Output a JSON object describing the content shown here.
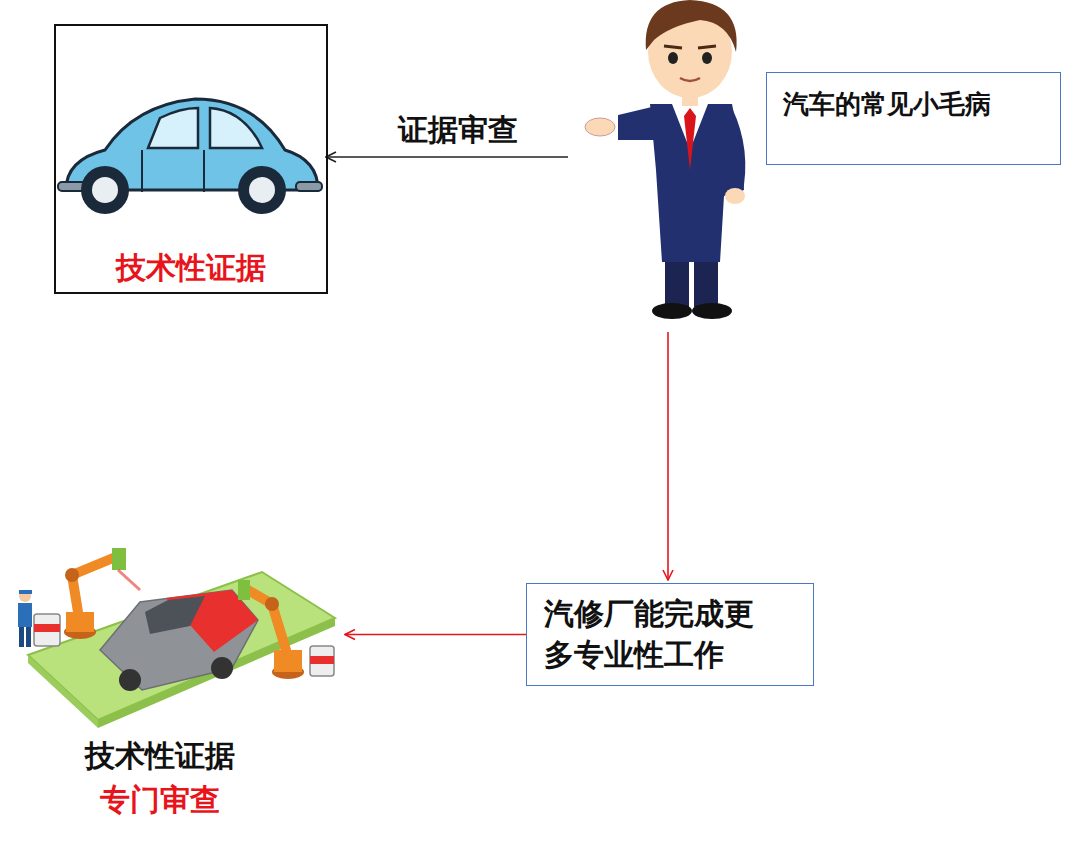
{
  "diagram": {
    "nodes": [
      {
        "text": [
          "技术性证据"
        ]
      },
      {
        "text": [
          "汽车的常见小毛病"
        ]
      },
      {
        "text": [
          "汽修厂能完成更多专业性工作"
        ]
      },
      {
        "text": [
          "技术性证据",
          "专门审查"
        ]
      }
    ],
    "edges": [
      {
        "from": 2,
        "to": 3,
        "arrow": "to"
      }
    ],
    "labels": [
      "证据审查"
    ]
  }
}
